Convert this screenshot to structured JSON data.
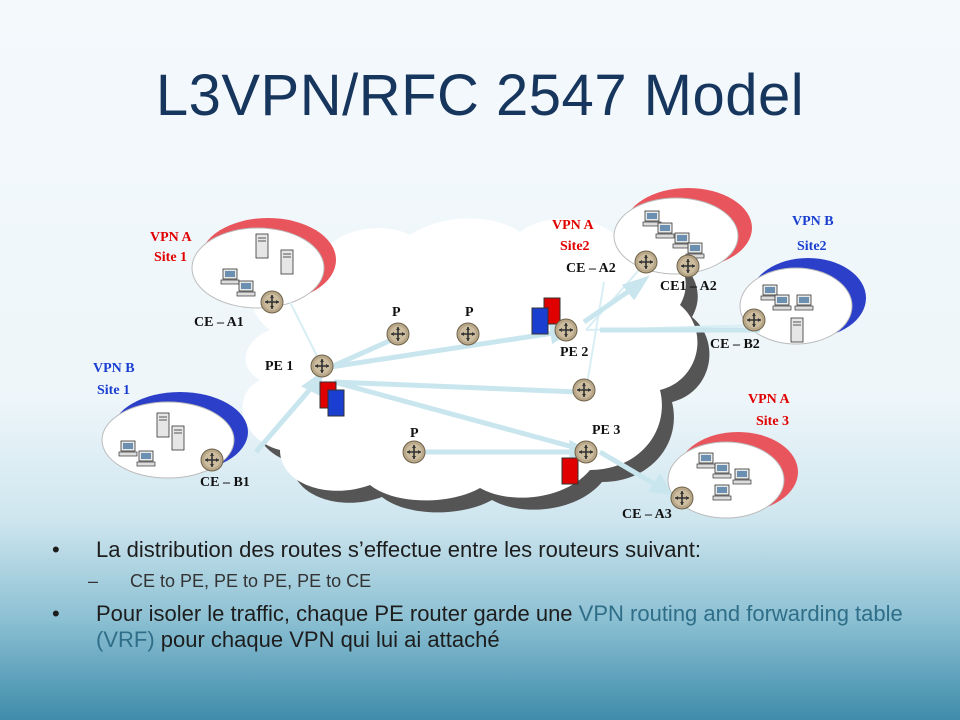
{
  "title": "L3VPN/RFC 2547 Model",
  "diagram": {
    "sites": {
      "vpn_a_site1": {
        "vpn": "VPN A",
        "site": "Site 1"
      },
      "vpn_b_site1": {
        "vpn": "VPN B",
        "site": "Site 1"
      },
      "vpn_a_site2": {
        "vpn": "VPN A",
        "site": "Site2"
      },
      "vpn_b_site2": {
        "vpn": "VPN B",
        "site": "Site2"
      },
      "vpn_a_site3": {
        "vpn": "VPN A",
        "site": "Site 3"
      }
    },
    "routers": {
      "ce_a1": "CE – A1",
      "ce_b1": "CE – B1",
      "ce_a2": "CE – A2",
      "ce1_a2": "CE1 – A2",
      "ce_b2": "CE – B2",
      "ce_a3": "CE – A3",
      "pe1": "PE 1",
      "pe2": "PE 2",
      "pe3": "PE 3",
      "p_left": "P",
      "p_right": "P",
      "p_bottom": "P"
    },
    "colors": {
      "vpn_a": "#e00000",
      "vpn_b": "#1a3fd0",
      "cloud": "#ffffff",
      "link": "#c9e6ef"
    }
  },
  "bullets": [
    {
      "text": "La distribution des routes s’effectue entre les routeurs suivant:",
      "sub": "CE to PE, PE to PE, PE to CE"
    },
    {
      "text_before": "Pour isoler le traffic, chaque PE router garde une",
      "highlight": "VPN routing and forwarding table (VRF)",
      "text_after": "pour chaque VPN qui lui ai attaché"
    }
  ]
}
